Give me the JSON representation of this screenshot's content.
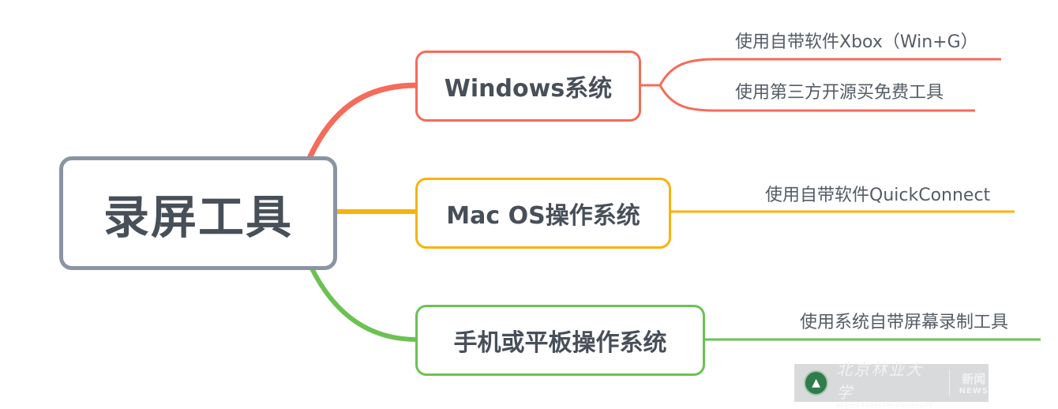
{
  "root": {
    "label": "录屏工具",
    "border_color": "#8a94a3"
  },
  "branches": [
    {
      "label": "Windows系统",
      "color": "#f66b59",
      "children": [
        {
          "label": "使用自带软件Xbox（Win+G）"
        },
        {
          "label": "使用第三方开源买免费工具"
        }
      ]
    },
    {
      "label": "Mac OS操作系统",
      "color": "#f9b20d",
      "children": [
        {
          "label": "使用自带软件QuickConnect"
        }
      ]
    },
    {
      "label": "手机或平板操作系统",
      "color": "#6bc253",
      "children": [
        {
          "label": "使用系统自带屏幕录制工具"
        }
      ]
    }
  ],
  "watermark": {
    "name_cn": "北京林业大学",
    "name_en": "BEIJING FORESTRY UNIVERSITY",
    "section_cn": "新闻",
    "section_en": "NEWS",
    "seal_icon": "university-seal"
  }
}
